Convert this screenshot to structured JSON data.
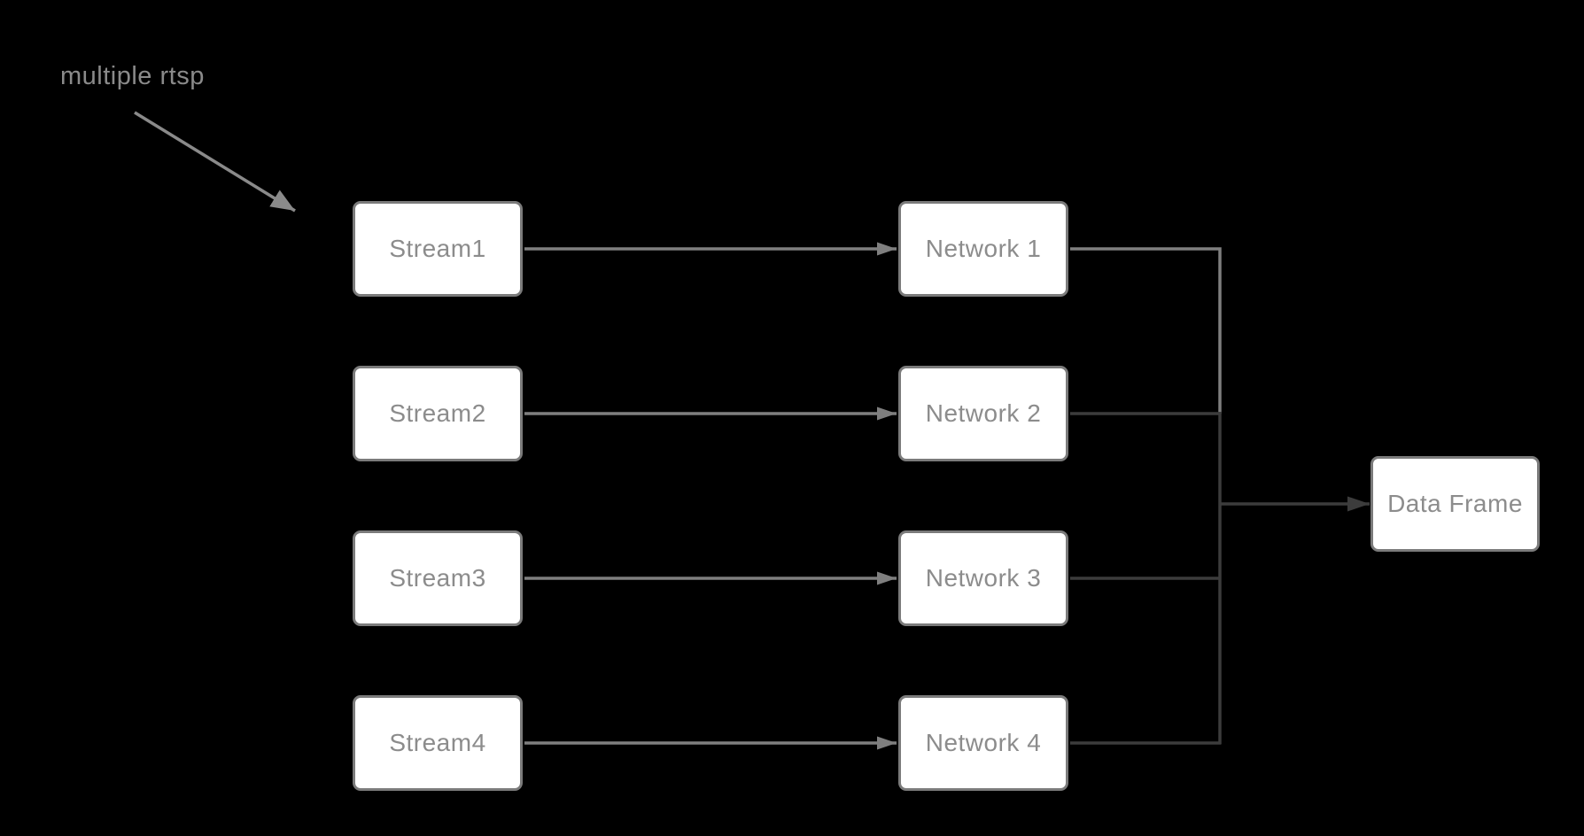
{
  "annotation": {
    "label": "multiple rtsp",
    "target": "stream column"
  },
  "nodes": {
    "streams": [
      {
        "label": "Stream1"
      },
      {
        "label": "Stream2"
      },
      {
        "label": "Stream3"
      },
      {
        "label": "Stream4"
      }
    ],
    "networks": [
      {
        "label": "Network 1"
      },
      {
        "label": "Network 2"
      },
      {
        "label": "Network 3"
      },
      {
        "label": "Network 4"
      }
    ],
    "output": {
      "label": "Data Frame"
    }
  },
  "edges": [
    {
      "from": "Stream1",
      "to": "Network 1",
      "style": "arrow-gray"
    },
    {
      "from": "Stream2",
      "to": "Network 2",
      "style": "arrow-gray"
    },
    {
      "from": "Stream3",
      "to": "Network 3",
      "style": "arrow-gray"
    },
    {
      "from": "Stream4",
      "to": "Network 4",
      "style": "arrow-gray"
    },
    {
      "from": "Network 1",
      "to": "merge-trunk",
      "style": "elbow-gray"
    },
    {
      "from": "Network 2",
      "to": "merge-trunk",
      "style": "elbow-dark"
    },
    {
      "from": "Network 3",
      "to": "merge-trunk",
      "style": "elbow-dark"
    },
    {
      "from": "Network 4",
      "to": "merge-trunk",
      "style": "elbow-dark"
    },
    {
      "from": "merge-trunk",
      "to": "Data Frame",
      "style": "arrow-dark"
    }
  ],
  "colors": {
    "background": "#000000",
    "node_fill": "#ffffff",
    "node_border": "#7b7b7b",
    "node_text": "#8c8c8c",
    "connector_gray": "#7f7f7f",
    "connector_dark": "#3c3c3c",
    "annotation_text": "#8a8a8a"
  }
}
